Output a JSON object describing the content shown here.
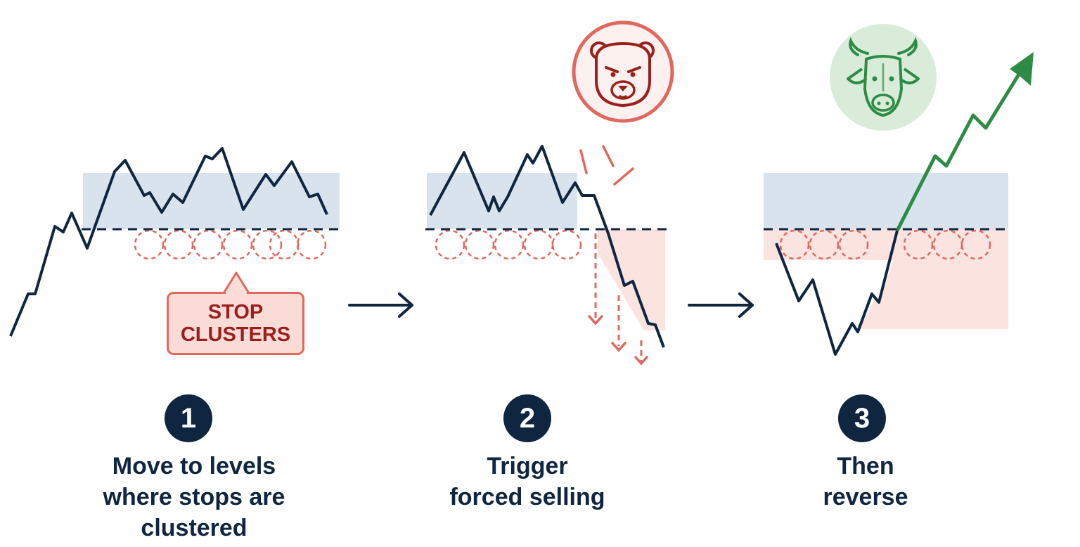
{
  "colors": {
    "navy": "#0f2540",
    "zone_blue": "#d9e3ee",
    "zone_red": "#fbe3e0",
    "stop_red": "#e0685f",
    "dark_red": "#9b1f1c",
    "bull_green": "#2e8b45",
    "bull_bg": "#d8ecd9",
    "bear_bg": "#fdf1ef"
  },
  "callout": {
    "line1": "STOP",
    "line2": "CLUSTERS"
  },
  "steps": [
    {
      "number": "1",
      "lines": [
        "Move to levels",
        "where stops are",
        "clustered"
      ]
    },
    {
      "number": "2",
      "lines": [
        "Trigger",
        "forced selling"
      ]
    },
    {
      "number": "3",
      "lines": [
        "Then",
        "reverse"
      ]
    }
  ],
  "icons": {
    "bear": "bear-face-icon",
    "bull": "bull-head-icon",
    "arrow": "right-arrow-icon"
  }
}
